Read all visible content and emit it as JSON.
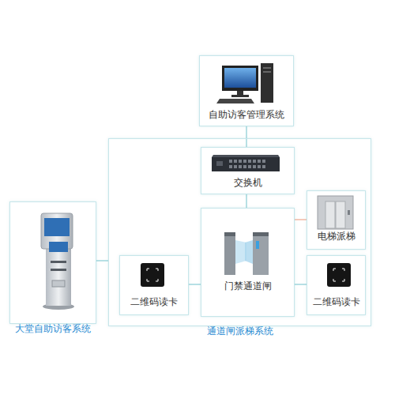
{
  "diagram": {
    "nodes": [
      {
        "text": [
          "自助访客管理系统"
        ]
      },
      {
        "text": [
          "大堂自助访客系统"
        ]
      },
      {
        "text": [
          "通道闸派梯系统"
        ]
      },
      {
        "text": [
          "交换机"
        ],
        "in": 2
      },
      {
        "text": [
          "电梯派梯"
        ],
        "in": 2
      },
      {
        "text": [
          "二维码读卡"
        ],
        "in": 2
      },
      {
        "text": [
          "门禁通道闸"
        ],
        "in": 2
      },
      {
        "text": [
          "二维码读卡"
        ],
        "in": 2
      }
    ],
    "edges": [
      {
        "from": 0,
        "to": 3,
        "arrow": "none"
      },
      {
        "from": 1,
        "to": 2,
        "arrow": "none"
      },
      {
        "from": 3,
        "to": 6,
        "arrow": "none"
      },
      {
        "from": 5,
        "to": 6,
        "arrow": "none"
      },
      {
        "from": 6,
        "to": 4,
        "arrow": "none"
      },
      {
        "from": 6,
        "to": 7,
        "arrow": "none"
      }
    ]
  }
}
